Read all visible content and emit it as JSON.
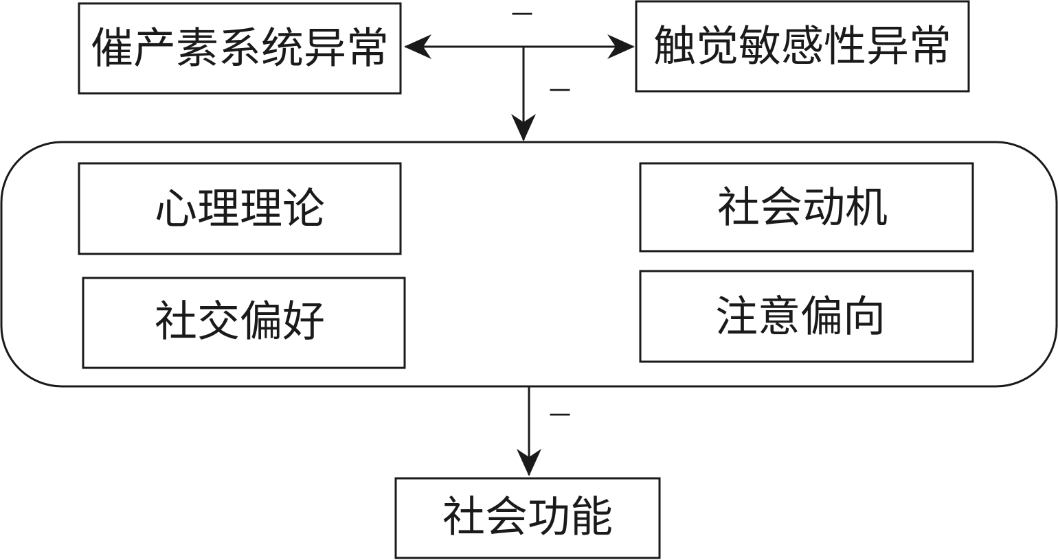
{
  "nodes": {
    "oxytocin": "催产素系统异常",
    "tactile": "触觉敏感性异常",
    "theory_of_mind": "心理理论",
    "social_motivation": "社会动机",
    "social_preference": "社交偏好",
    "attention_bias": "注意偏向",
    "social_function": "社会功能"
  },
  "edges": {
    "mutual_sign": "－",
    "to_group_sign": "－",
    "to_function_sign": "－"
  },
  "colors": {
    "stroke": "#1a1a1a",
    "background": "#ffffff"
  }
}
